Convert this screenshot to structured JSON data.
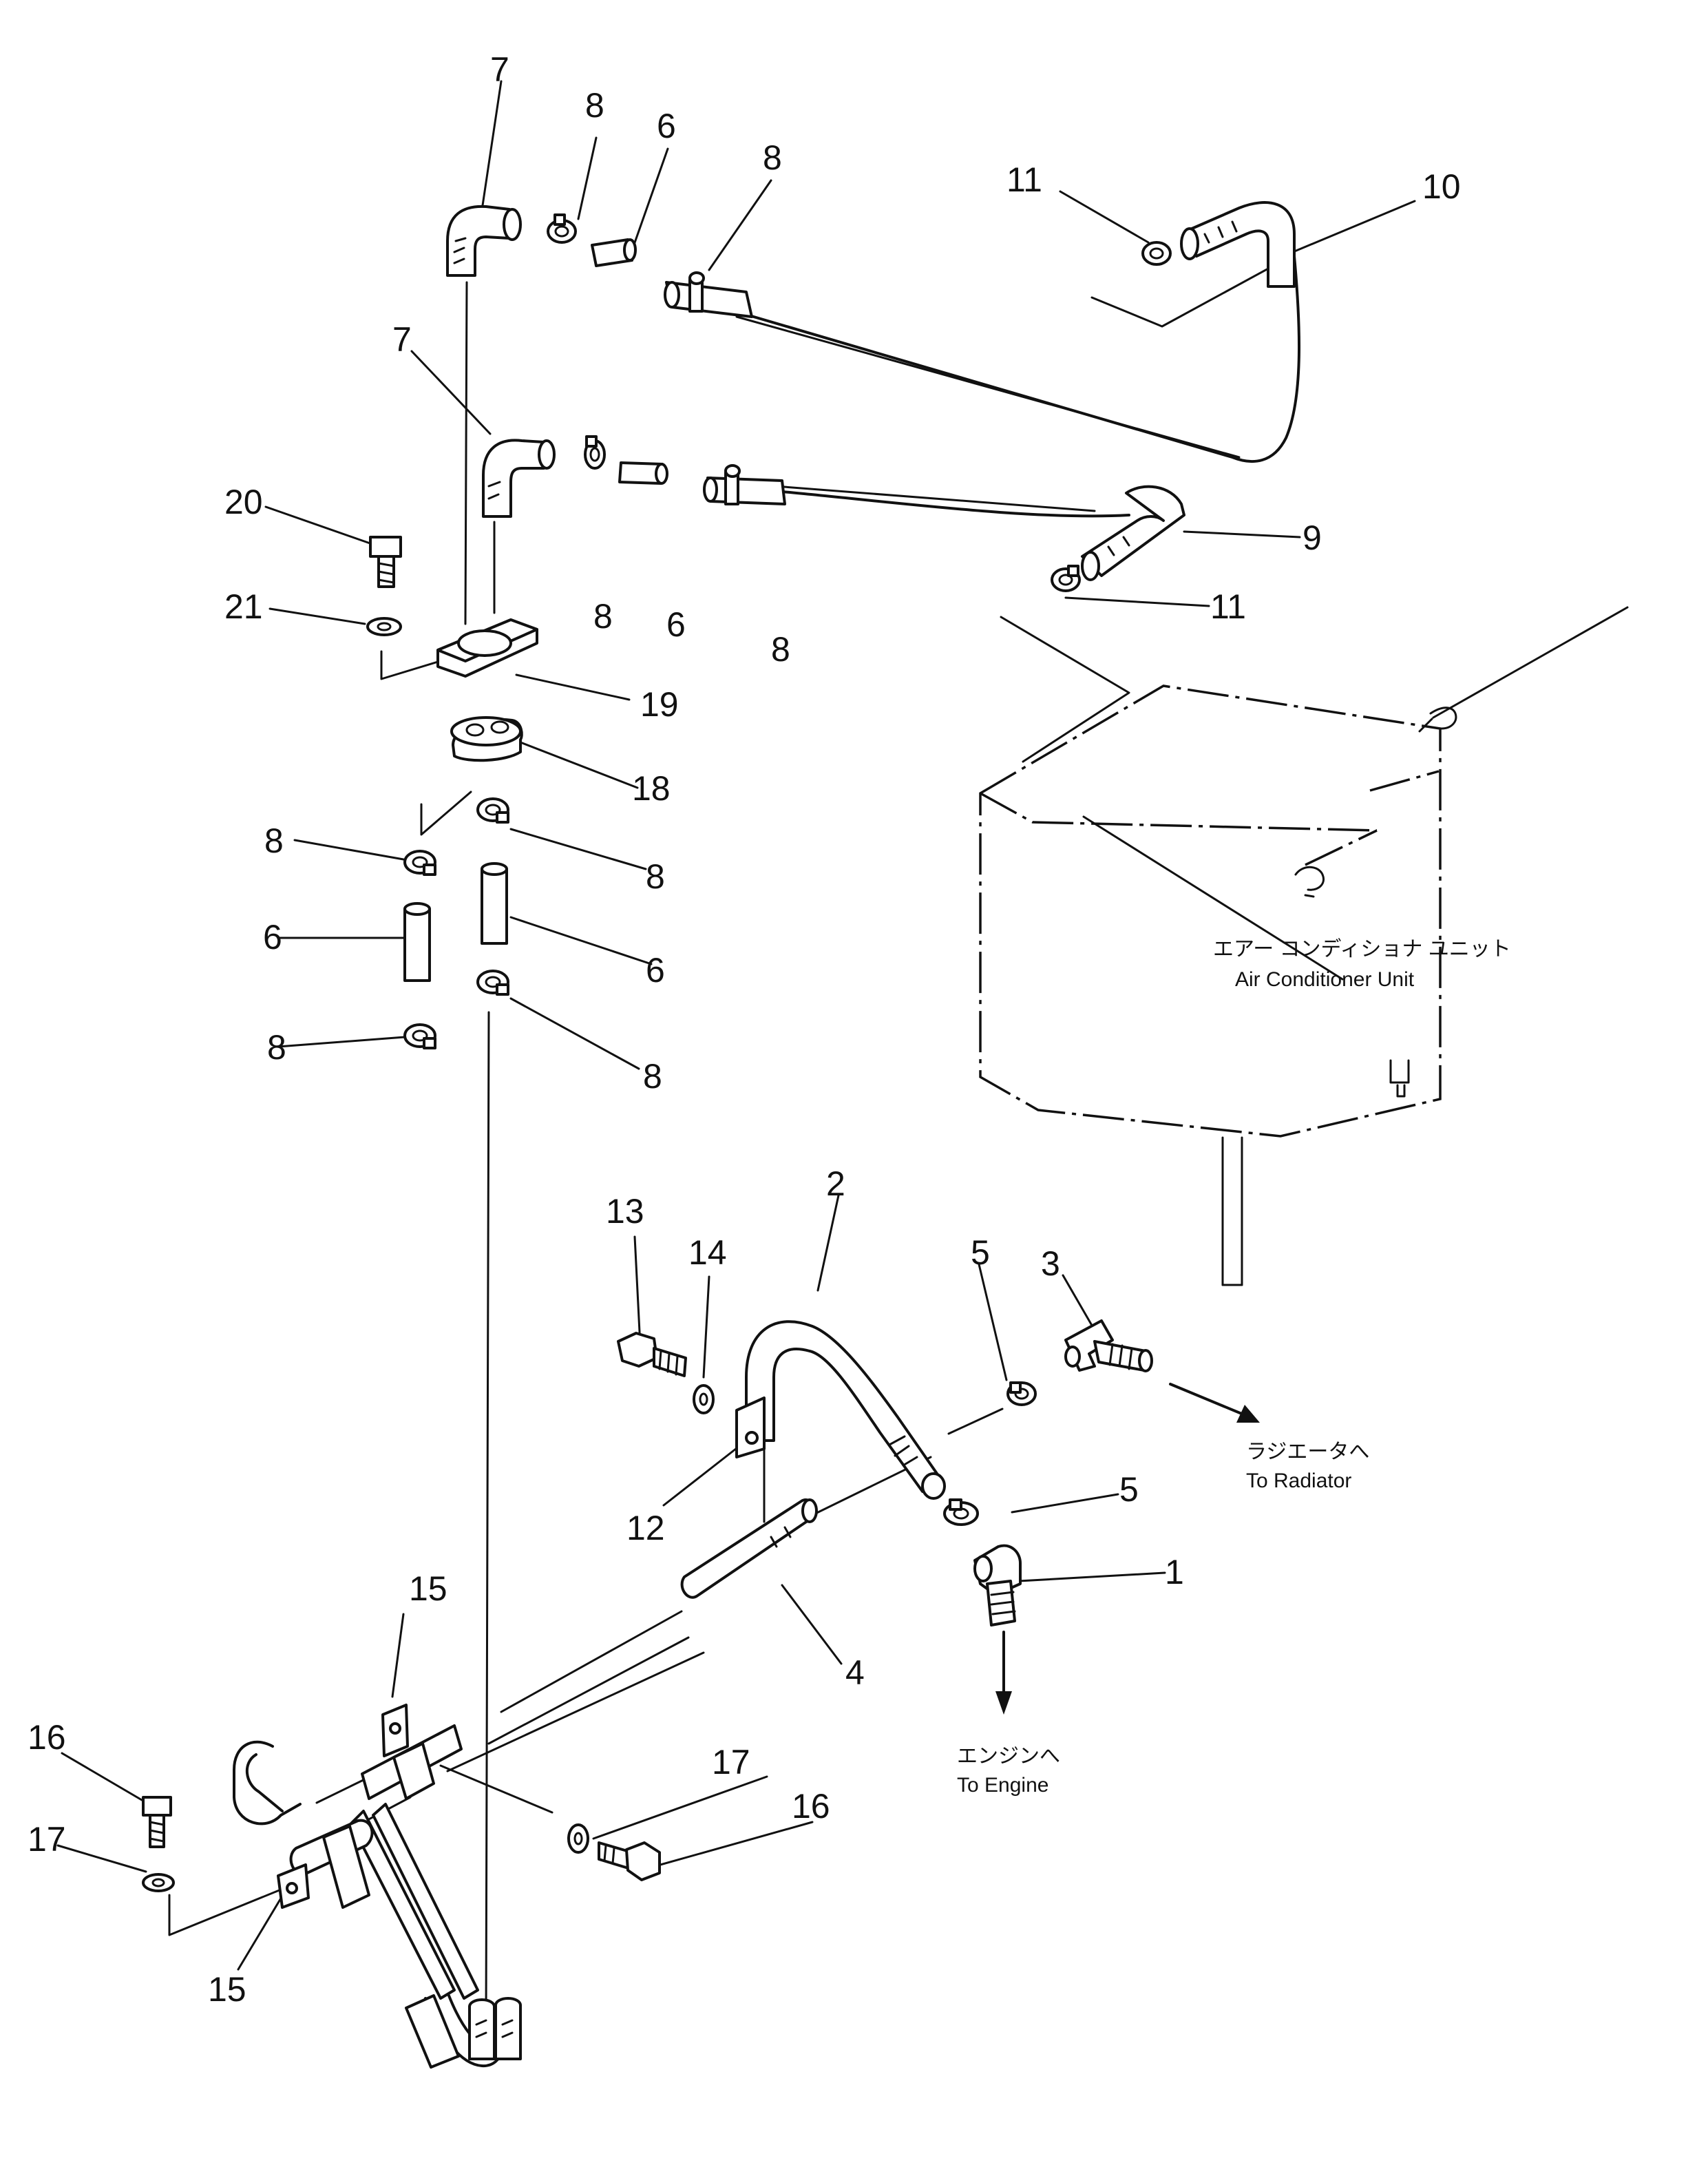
{
  "callouts": [
    "1",
    "2",
    "3",
    "4",
    "5",
    "6",
    "7",
    "8",
    "9",
    "10",
    "11",
    "12",
    "13",
    "14",
    "15",
    "16",
    "17",
    "18",
    "19",
    "20",
    "21"
  ],
  "labels": {
    "air_conditioner_unit_jp": "エアー コンディショナ ユニット",
    "air_conditioner_unit_en": "Air Conditioner Unit",
    "to_radiator_jp": "ラジエータへ",
    "to_radiator_en": "To Radiator",
    "to_engine_jp": "エンジンへ",
    "to_engine_en": "To Engine"
  }
}
